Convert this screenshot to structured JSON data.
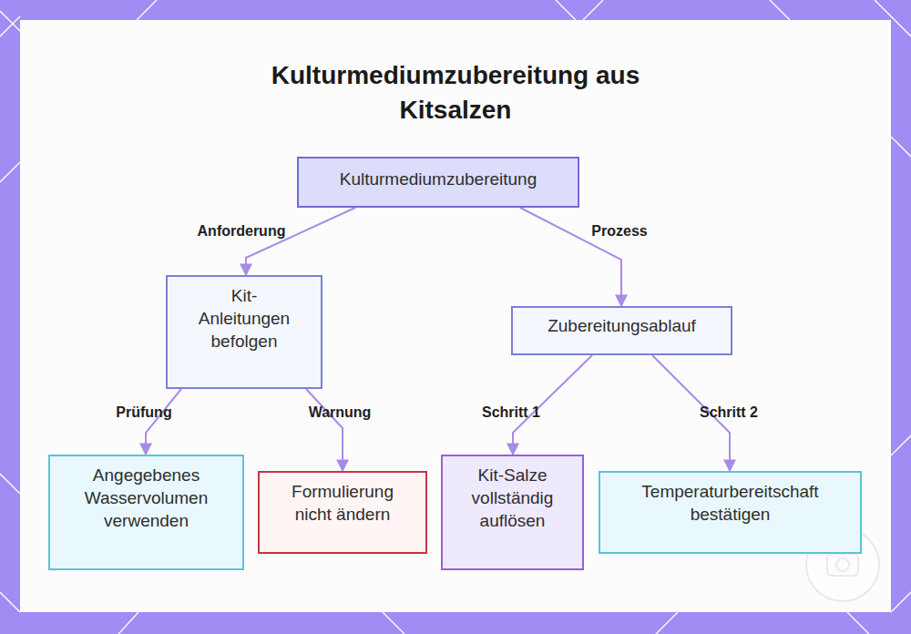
{
  "diagram": {
    "title": "Kulturmediumzubereitung aus Kitsalzen",
    "nodes": [
      {
        "text": [
          "Kulturmediumzubereitung"
        ]
      },
      {
        "text": [
          "Kit-Anleitungen befolgen"
        ]
      },
      {
        "text": [
          "Zubereitungsablauf"
        ]
      },
      {
        "text": [
          "Angegebenes Wasservolumen verwenden"
        ]
      },
      {
        "text": [
          "Formulierung nicht ändern"
        ]
      },
      {
        "text": [
          "Kit-Salze vollständig auflösen"
        ]
      },
      {
        "text": [
          "Temperaturbereitschaft bestätigen"
        ]
      }
    ],
    "edges": [
      {
        "from": 0,
        "to": 1,
        "label": "Anforderung",
        "arrow": "to"
      },
      {
        "from": 0,
        "to": 2,
        "label": "Prozess",
        "arrow": "to"
      },
      {
        "from": 1,
        "to": 3,
        "label": "Prüfung",
        "arrow": "to"
      },
      {
        "from": 1,
        "to": 4,
        "label": "Warnung",
        "arrow": "to"
      },
      {
        "from": 2,
        "to": 5,
        "label": "Schritt 1",
        "arrow": "to"
      },
      {
        "from": 2,
        "to": 6,
        "label": "Schritt 2",
        "arrow": "to"
      }
    ]
  }
}
